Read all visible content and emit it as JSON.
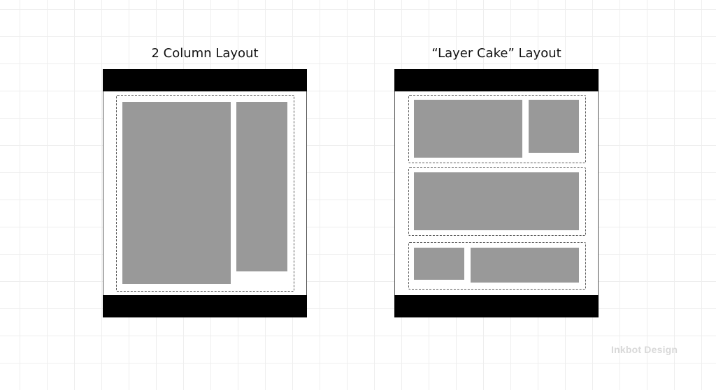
{
  "diagrams": [
    {
      "title": "2 Column Layout",
      "regions": {
        "header": "header-bar",
        "content_wrapper": "dashed-container",
        "blocks": [
          "main-column",
          "sidebar-column"
        ],
        "footer": "footer-bar"
      }
    },
    {
      "title": "“Layer Cake” Layout",
      "regions": {
        "header": "header-bar",
        "layers": [
          {
            "blocks": [
              "wide-block",
              "narrow-block"
            ]
          },
          {
            "blocks": [
              "full-width-block"
            ]
          },
          {
            "blocks": [
              "narrow-block",
              "wide-block"
            ]
          }
        ],
        "footer": "footer-bar"
      }
    }
  ],
  "watermark": "Inkbot Design",
  "colors": {
    "background": "#ffffff",
    "grid": "#eeeeee",
    "bar": "#000000",
    "block": "#999999",
    "dashed": "#555555",
    "watermark": "#d9d9d9"
  }
}
